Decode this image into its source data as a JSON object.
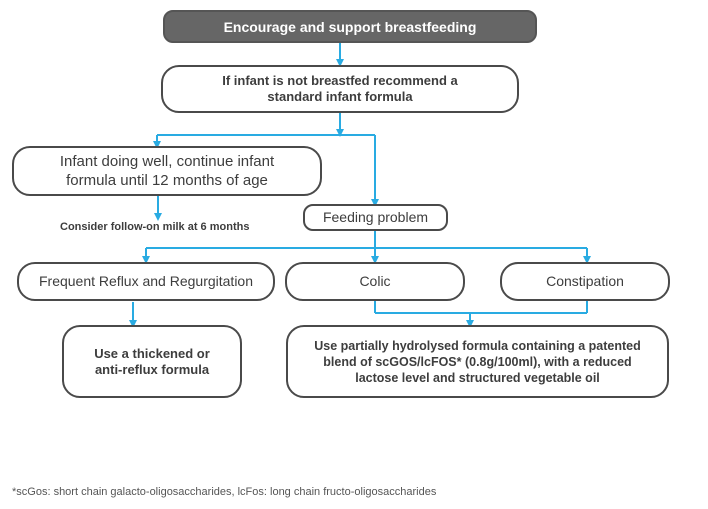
{
  "diagram": {
    "colors": {
      "connector": "#29abe2",
      "box_border": "#4a4a4a",
      "title_fill": "#666666"
    },
    "nodes": {
      "encourage": {
        "lines": [
          "Encourage and support breastfeeding"
        ]
      },
      "not_breastfed": {
        "lines": [
          "If infant is not breastfed recommend a",
          "standard infant formula"
        ]
      },
      "doing_well": {
        "lines": [
          "Infant doing well, continue infant",
          "formula until 12 months of age"
        ]
      },
      "feeding_problem": {
        "lines": [
          "Feeding problem"
        ]
      },
      "reflux": {
        "lines": [
          "Frequent Reflux and Regurgitation"
        ]
      },
      "colic": {
        "lines": [
          "Colic"
        ]
      },
      "constipation": {
        "lines": [
          "Constipation"
        ]
      },
      "thickened": {
        "lines": [
          "Use a thickened or",
          "anti-reflux formula"
        ]
      },
      "hydrolysed": {
        "lines": [
          "Use partially hydrolysed formula containing a patented",
          "blend of scGOS/lcFOS* (0.8g/100ml), with a reduced",
          "lactose level and structured vegetable oil"
        ]
      }
    },
    "note": "Consider follow-on milk at 6 months",
    "footnote": "*scGos: short chain galacto-oligosaccharides, lcFos: long chain fructo-oligosaccharides"
  }
}
